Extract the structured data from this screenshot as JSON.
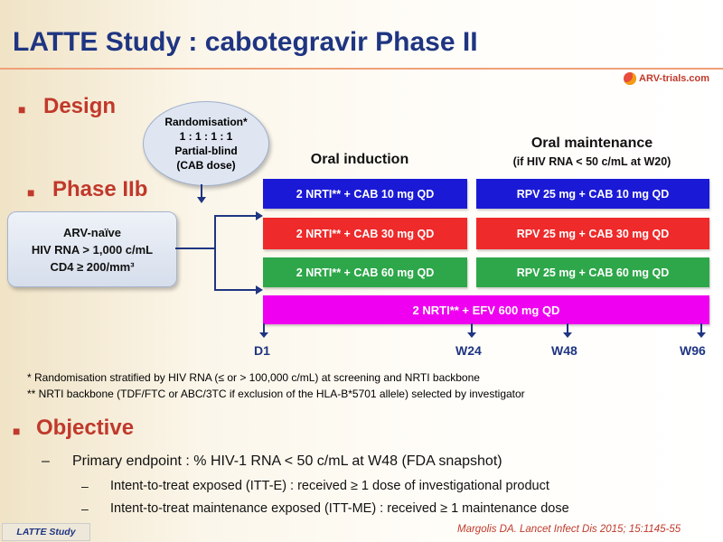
{
  "title": "LATTE Study : cabotegravir Phase II",
  "logo_text": "ARV-trials.com",
  "sections": {
    "design": "Design",
    "phase": "Phase IIb",
    "objective": "Objective"
  },
  "randomisation": {
    "line1": "Randomisation*",
    "line2": "1 : 1 : 1 : 1",
    "line3": "Partial-blind",
    "line4": "(CAB dose)"
  },
  "population": {
    "line1": "ARV-naïve",
    "line2": "HIV RNA > 1,000 c/mL",
    "line3": "CD4 ≥ 200/mm³"
  },
  "columns": {
    "induction": "Oral induction",
    "maintenance": "Oral maintenance",
    "maintenance_sub": "(if HIV RNA < 50 c/mL at W20)"
  },
  "arms": {
    "induction": [
      "2 NRTI** + CAB 10 mg QD",
      "2 NRTI** + CAB 30 mg QD",
      "2 NRTI** + CAB 60 mg QD"
    ],
    "maintenance": [
      "RPV 25 mg + CAB 10 mg QD",
      "RPV 25 mg + CAB 30 mg QD",
      "RPV 25 mg + CAB 60 mg QD"
    ],
    "control": "2 NRTI** + EFV 600 mg QD"
  },
  "timeline": [
    "D1",
    "W24",
    "W48",
    "W96"
  ],
  "notes": [
    "* Randomisation stratified by HIV RNA (≤ or > 100,000 c/mL) at screening and NRTI backbone",
    "** NRTI backbone (TDF/FTC or ABC/3TC if exclusion of the HLA-B*5701 allele) selected by investigator"
  ],
  "objective": {
    "primary": "Primary endpoint : % HIV-1 RNA < 50 c/mL at W48 (FDA snapshot)",
    "sub": [
      "Intent-to-treat exposed (ITT-E) : received ≥ 1 dose of investigational product",
      "Intent-to-treat maintenance exposed (ITT-ME) : received ≥ 1 maintenance dose"
    ]
  },
  "footer": "LATTE Study",
  "reference": "Margolis DA. Lancet Infect Dis 2015; 15:1145-55",
  "colors": {
    "title": "#1f3582",
    "accent": "#c0392b",
    "blue_arm": "#1a1ad6",
    "red_arm": "#ee2a2a",
    "green_arm": "#2ea74a",
    "control_arm": "#f000f0"
  }
}
